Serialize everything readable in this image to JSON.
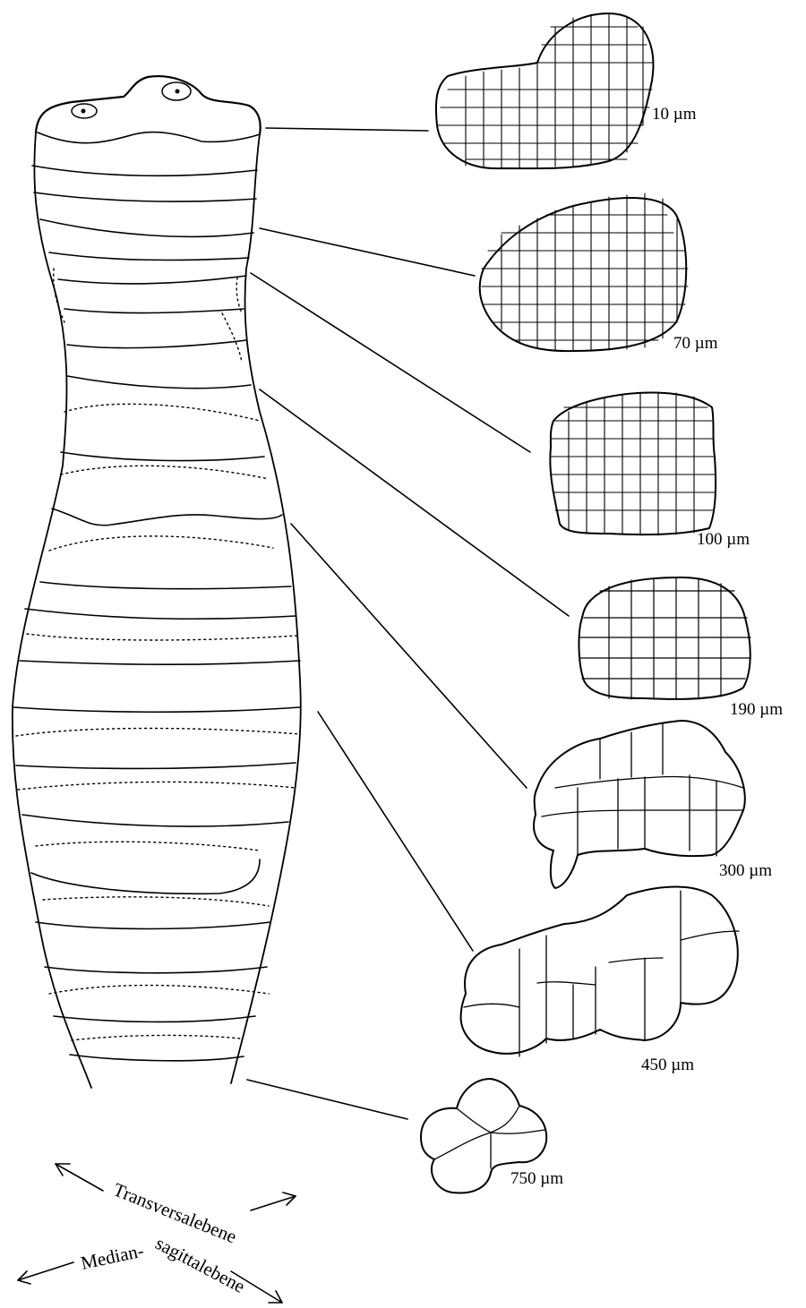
{
  "scale_labels": [
    "10 µm",
    "70 µm",
    "100 µm",
    "190 µm",
    "300 µm",
    "450 µm",
    "750 µm"
  ],
  "orientation": {
    "transversal_label": "Transversalebene",
    "median_label_part1": "Median-",
    "median_label_part2": "sagittalebene"
  },
  "colors": {
    "ink": "#000000",
    "paper": "#ffffff"
  }
}
